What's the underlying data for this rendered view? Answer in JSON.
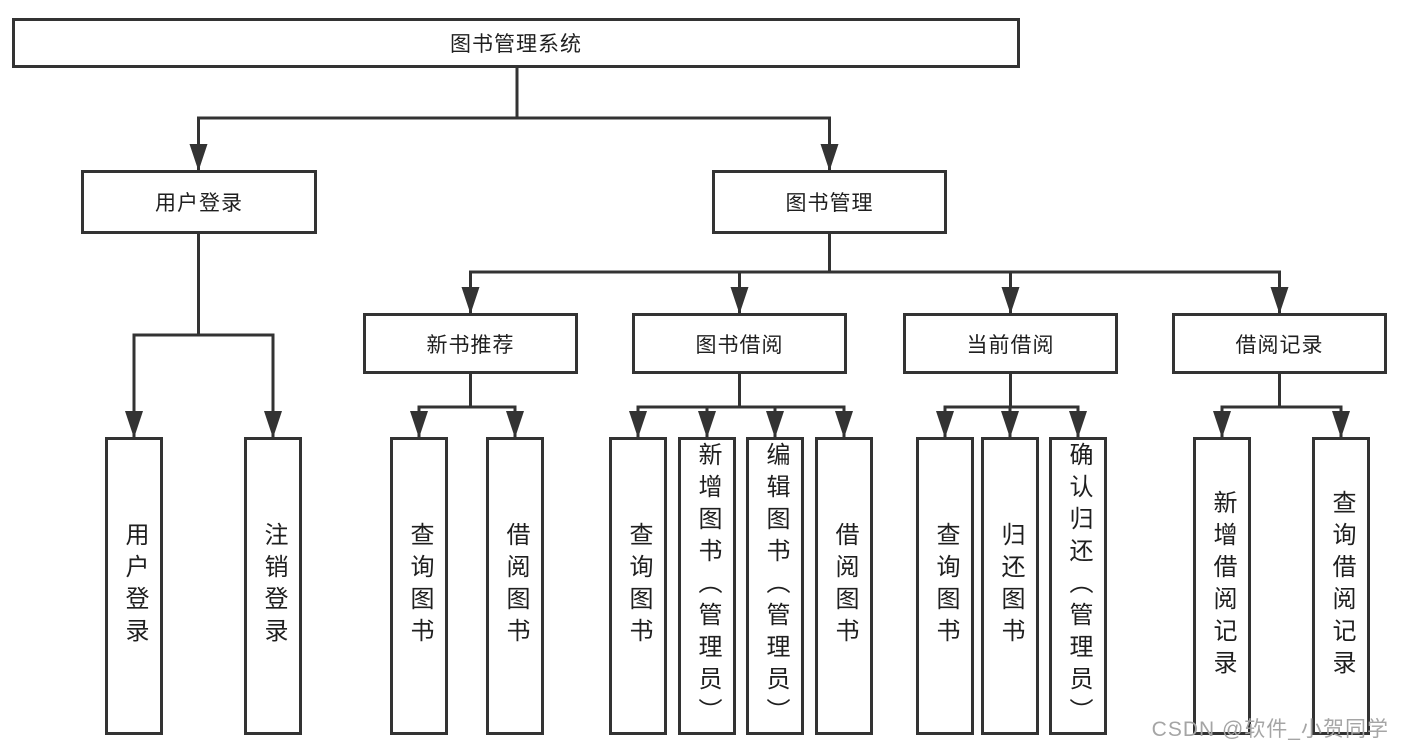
{
  "diagram": {
    "root": {
      "label": "图书管理系统"
    },
    "level2": [
      {
        "id": "user-login",
        "label": "用户登录",
        "children": [
          {
            "label": "用户登录"
          },
          {
            "label": "注销登录"
          }
        ]
      },
      {
        "id": "book-management",
        "label": "图书管理",
        "children": [
          {
            "id": "new-book-recommend",
            "label": "新书推荐",
            "children": [
              {
                "label": "查询图书"
              },
              {
                "label": "借阅图书"
              }
            ]
          },
          {
            "id": "book-borrowing",
            "label": "图书借阅",
            "children": [
              {
                "label": "查询图书"
              },
              {
                "label": "新增图书（管理员）"
              },
              {
                "label": "编辑图书（管理员）"
              },
              {
                "label": "借阅图书"
              }
            ]
          },
          {
            "id": "current-borrowing",
            "label": "当前借阅",
            "children": [
              {
                "label": "查询图书"
              },
              {
                "label": "归还图书"
              },
              {
                "label": "确认归还（管理员）"
              }
            ]
          },
          {
            "id": "borrowing-records",
            "label": "借阅记录",
            "children": [
              {
                "label": "新增借阅记录"
              },
              {
                "label": "查询借阅记录"
              }
            ]
          }
        ]
      }
    ]
  },
  "watermark": {
    "text": "CSDN @软件_小贺同学"
  },
  "colors": {
    "line": "#333333",
    "box_border": "#333333",
    "text": "#1f1f1f",
    "watermark": "#a5a5a5",
    "background": "#ffffff"
  }
}
